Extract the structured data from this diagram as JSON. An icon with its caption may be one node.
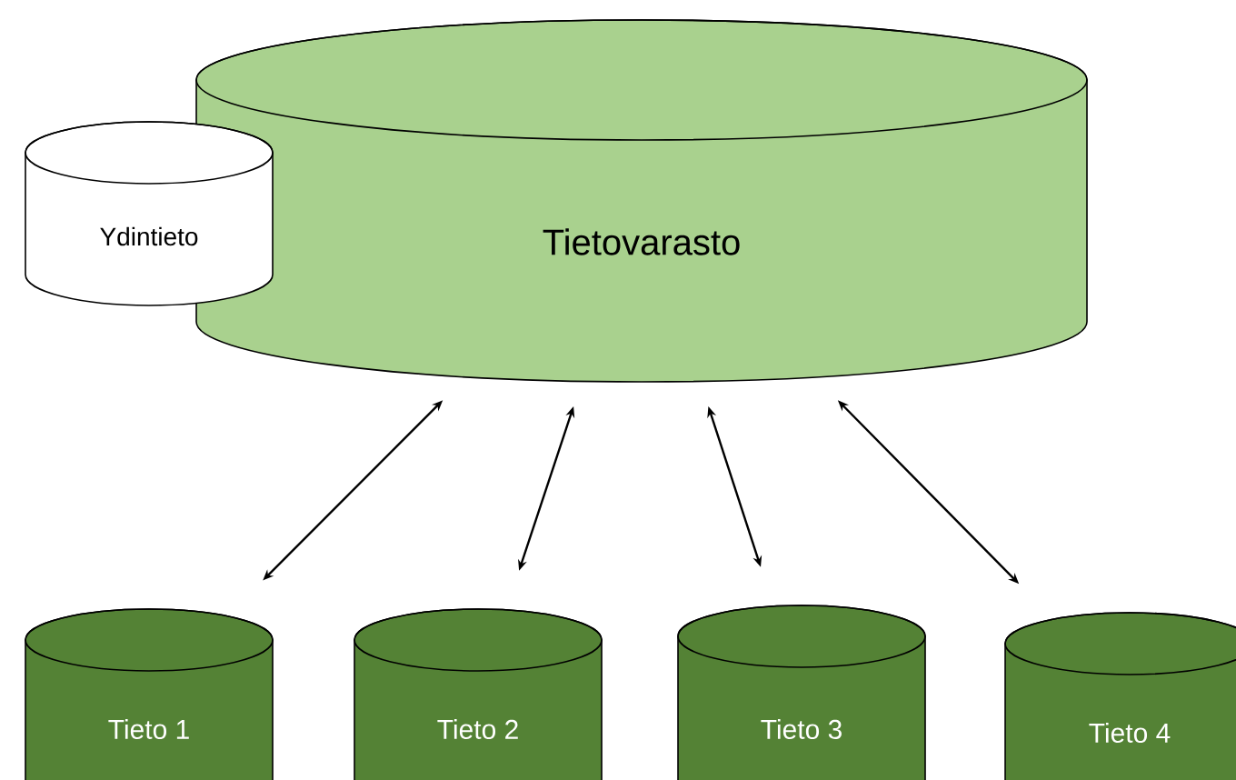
{
  "diagram": {
    "nodes": [
      {
        "text": [
          "Tietovarasto"
        ]
      },
      {
        "text": [
          "Ydintieto"
        ]
      },
      {
        "text": [
          "Tieto 1"
        ]
      },
      {
        "text": [
          "Tieto 2"
        ]
      },
      {
        "text": [
          "Tieto 3"
        ]
      },
      {
        "text": [
          "Tieto 4"
        ]
      }
    ],
    "edges": [
      {
        "from": 0,
        "to": 2,
        "arrow": "both"
      },
      {
        "from": 0,
        "to": 3,
        "arrow": "both"
      },
      {
        "from": 0,
        "to": 4,
        "arrow": "both"
      },
      {
        "from": 0,
        "to": 5,
        "arrow": "both"
      }
    ]
  }
}
